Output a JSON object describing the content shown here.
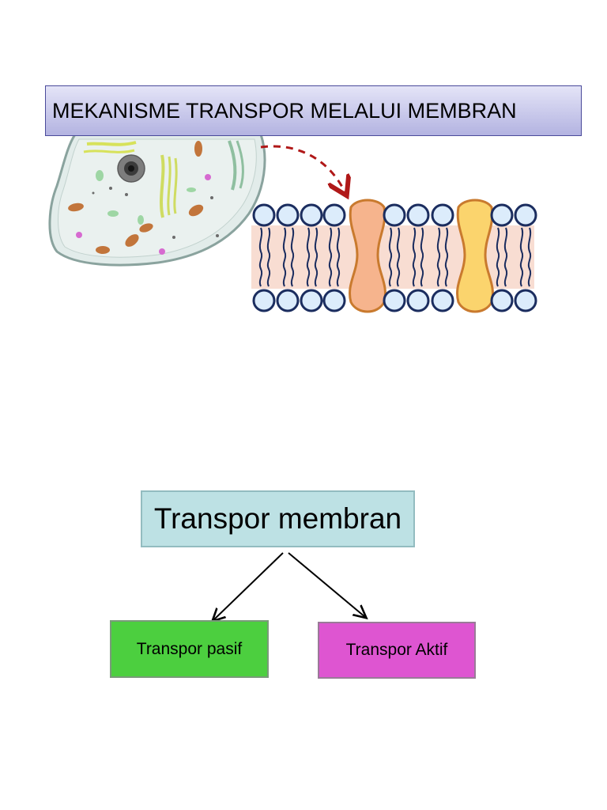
{
  "title": "MEKANISME TRANSPOR MELALUI MEMBRAN",
  "diagram": {
    "root": "Transpor membran",
    "children": [
      "Transpor pasif",
      "Transpor Aktif"
    ]
  },
  "colors": {
    "title_bg": "#c6c6ee",
    "root_bg": "#bde1e4",
    "pasif_bg": "#4ccf3f",
    "aktif_bg": "#de55d1",
    "membrane_head": "#dcecfb",
    "protein_orange": "#f6b48d",
    "protein_yellow": "#fbd46d",
    "arrow_red": "#b01818"
  }
}
